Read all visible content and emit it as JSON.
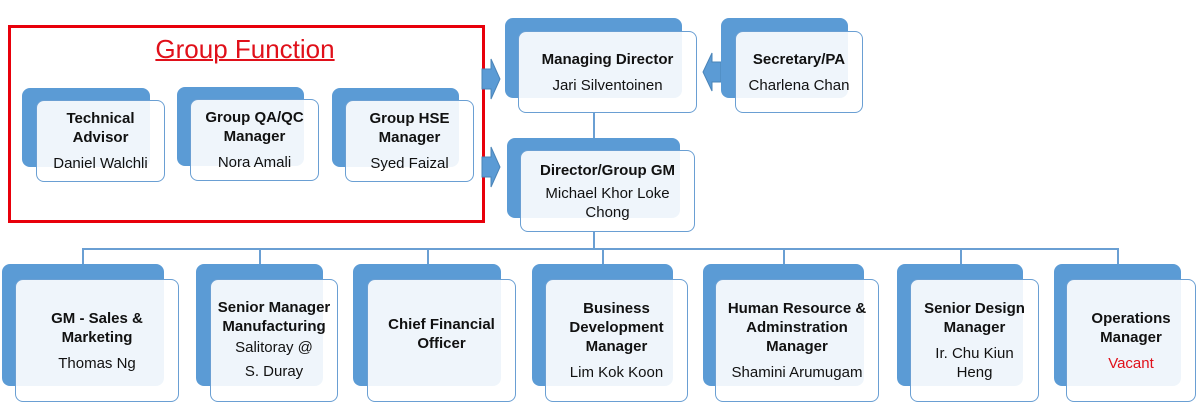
{
  "group_function": {
    "label": "Group Function",
    "members": [
      {
        "title": "Technical Advisor",
        "name": "Daniel Walchli"
      },
      {
        "title": "Group QA/QC Manager",
        "name": "Nora Amali"
      },
      {
        "title": "Group HSE Manager",
        "name": "Syed Faizal"
      }
    ]
  },
  "top": {
    "managing_director": {
      "title": "Managing Director",
      "name": "Jari Silventoinen"
    },
    "secretary": {
      "title": "Secretary/PA",
      "name": "Charlena Chan"
    },
    "director_gm": {
      "title": "Director/Group GM",
      "name": "Michael Khor Loke Chong"
    }
  },
  "reports": [
    {
      "title": "GM - Sales & Marketing",
      "name": "Thomas Ng"
    },
    {
      "title": "Senior Manager Manufacturing",
      "name": "Salitoray @ S. Duray"
    },
    {
      "title": "Chief Financial Officer",
      "name": ""
    },
    {
      "title": "Business Development Manager",
      "name": "Lim Kok Koon"
    },
    {
      "title": "Human Resource & Adminstration Manager",
      "name": "Shamini Arumugam"
    },
    {
      "title": "Senior Design Manager",
      "name": "Ir. Chu Kiun Heng"
    },
    {
      "title": "Operations Manager",
      "name": "Vacant"
    }
  ],
  "colors": {
    "box": "#5b9bd5",
    "highlight": "#e8000b",
    "vacant": "#e0101a"
  }
}
